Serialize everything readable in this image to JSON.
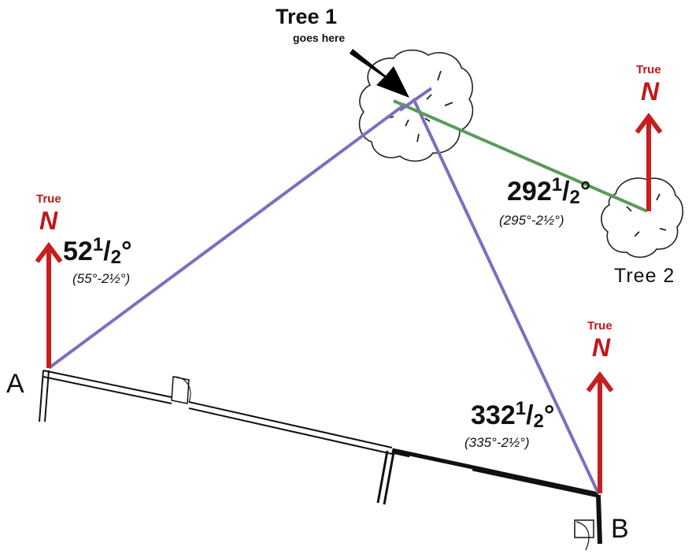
{
  "tree1": {
    "title": "Tree 1",
    "subtitle": "goes here"
  },
  "tree2": {
    "label": "Tree 2"
  },
  "points": {
    "a": "A",
    "b": "B"
  },
  "north": {
    "true_label": "True",
    "n_label": "N"
  },
  "bearings": {
    "a": {
      "whole": "52",
      "num": "1",
      "den": "2",
      "deg": "°",
      "detail": "(55°-2½°)"
    },
    "b": {
      "whole": "332",
      "num": "1",
      "den": "2",
      "deg": "°",
      "detail": "(335°-2½°)"
    },
    "tree2": {
      "whole": "292",
      "num": "1",
      "den": "2",
      "deg": "°",
      "detail": "(295°-2½°)"
    }
  },
  "colors": {
    "north_arrow": "#c81e1e",
    "sight_lines": "#7a70c0",
    "tree_line": "#5a9a5a",
    "walls": "#111111"
  }
}
